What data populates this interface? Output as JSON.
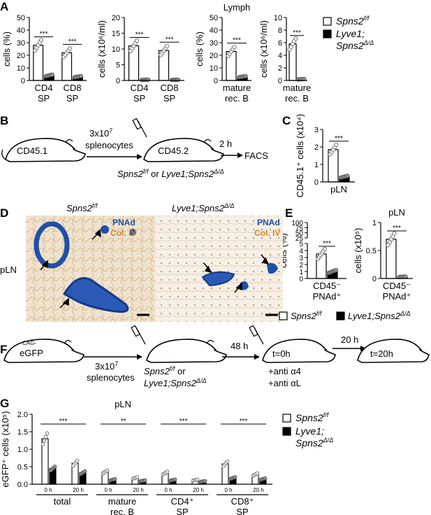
{
  "panel_letters": [
    "A",
    "B",
    "C",
    "D",
    "E",
    "F",
    "G"
  ],
  "legend_A": {
    "ctrl": "Spns2",
    "ctrl_sup": "f/f",
    "ko_line1": "Lyve1;",
    "ko_line2": "Spns2",
    "ko_sup": "Δ/Δ"
  },
  "legend_D": {
    "ctrl": "Spns2",
    "ctrl_sup": "f/f",
    "ko_line1": "Lyve1;",
    "ko_line2": "Spns2",
    "ko_sup": "Δ/Δ"
  },
  "legend_G": {
    "ctrl": "Spns2",
    "ctrl_sup": "f/f",
    "ko_line1": "Lyve1;",
    "ko_line2": "Spns2",
    "ko_sup": "Δ/Δ"
  },
  "schematic_B": {
    "donor": "CD45.1",
    "recipient": "CD45.2",
    "dose": "3x10",
    "dose_sup": "7",
    "cells": "splenocytes",
    "time": "2 h",
    "readout": "FACS",
    "genotype_a": "Spns2",
    "genotype_a_sup": "f/f",
    "or": "or",
    "genotype_b": "Lyve1;Spns2",
    "genotype_b_sup": "Δ/Δ"
  },
  "micrograph_D": {
    "left_title": "Spns2",
    "left_sup": "f/f",
    "right_title": "Lyve1;Spns2",
    "right_sup": "Δ/Δ",
    "stain1": "PNAd",
    "stain2": "Col. IV",
    "tissue": "pLN",
    "colors": {
      "pnad": "#1f4fa8",
      "col4": "#d4a060",
      "background": "#f3ede2"
    }
  },
  "schematic_F": {
    "reporter_top": "CAG-",
    "reporter": "eGFP",
    "dose": "3x10",
    "dose_sup": "7",
    "cells": "splenocytes",
    "genotype_a": "Spns2",
    "genotype_a_sup": "f/f",
    "or": "or",
    "genotype_b": "Lyve1;Spns2",
    "genotype_b_sup": "Δ/Δ",
    "wait": "48 h",
    "t0": "t=0h",
    "treat1": "+anti α4",
    "treat2": "+anti αL",
    "wait2": "20 h",
    "t20": "t=20h"
  },
  "chart_data": [
    {
      "id": "A1",
      "type": "bar",
      "title": "",
      "ylabel": "cells (%)",
      "ylim": [
        0,
        50
      ],
      "yticks": [
        0,
        10,
        20,
        30,
        40,
        50
      ],
      "categories": [
        "CD4\nSP",
        "CD8\nSP"
      ],
      "series": [
        {
          "name": "Spns2 f/f",
          "values": [
            28,
            22
          ]
        },
        {
          "name": "Lyve1;Spns2 Δ/Δ",
          "values": [
            4,
            3
          ]
        }
      ],
      "significance": [
        "***",
        "***"
      ],
      "colors": {
        "ctrl": "#ffffff",
        "ko": "#000000"
      }
    },
    {
      "id": "A2",
      "type": "bar",
      "title": "",
      "ylabel": "cells (x10⁶/ml)",
      "ylim": [
        0,
        20
      ],
      "yticks": [
        0,
        5,
        10,
        15,
        20
      ],
      "categories": [
        "CD4\nSP",
        "CD8\nSP"
      ],
      "series": [
        {
          "name": "Spns2 f/f",
          "values": [
            11,
            9.5
          ]
        },
        {
          "name": "Lyve1;Spns2 Δ/Δ",
          "values": [
            0.2,
            0.2
          ]
        }
      ],
      "significance": [
        "***",
        "***"
      ]
    },
    {
      "id": "A3",
      "type": "bar",
      "title": "Lymph",
      "ylabel": "cells (%)",
      "ylim": [
        0,
        50
      ],
      "yticks": [
        0,
        10,
        20,
        30,
        40,
        50
      ],
      "categories": [
        "mature\nrec. B"
      ],
      "series": [
        {
          "name": "Spns2 f/f",
          "values": [
            23
          ]
        },
        {
          "name": "Lyve1;Spns2 Δ/Δ",
          "values": [
            3
          ]
        }
      ],
      "significance": [
        "***"
      ]
    },
    {
      "id": "A4",
      "type": "bar",
      "title": "",
      "ylabel": "cells (x10⁶/ml)",
      "ylim": [
        0,
        10
      ],
      "yticks": [
        0,
        2,
        4,
        6,
        8,
        10
      ],
      "categories": [
        "mature\nrec. B"
      ],
      "series": [
        {
          "name": "Spns2 f/f",
          "values": [
            5.8
          ]
        },
        {
          "name": "Lyve1;Spns2 Δ/Δ",
          "values": [
            0.2
          ]
        }
      ],
      "significance": [
        "***"
      ]
    },
    {
      "id": "C",
      "type": "bar",
      "title": "",
      "ylabel": "CD45.1⁺ cells (x10⁴)",
      "ylim": [
        0,
        3
      ],
      "yticks": [
        0,
        1,
        2,
        3
      ],
      "categories": [
        "pLN"
      ],
      "series": [
        {
          "name": "Spns2 f/f",
          "values": [
            1.85
          ]
        },
        {
          "name": "Lyve1;Spns2 Δ/Δ",
          "values": [
            0.3
          ]
        }
      ],
      "significance": [
        "***"
      ]
    },
    {
      "id": "E1",
      "type": "bar",
      "title": "",
      "ylabel": "cells (%)",
      "ylim": [
        0,
        100
      ],
      "yticks": [
        0,
        1,
        2,
        3,
        4,
        5,
        25,
        50,
        75,
        100
      ],
      "broken_axis": true,
      "categories": [
        "CD45⁻\nPNAd⁺"
      ],
      "series": [
        {
          "name": "Spns2 f/f",
          "values": [
            3.5
          ]
        },
        {
          "name": "Lyve1;Spns2 Δ/Δ",
          "values": [
            1.0
          ]
        }
      ],
      "significance": [
        "***"
      ]
    },
    {
      "id": "E2",
      "type": "bar",
      "title": "pLN",
      "ylabel": "cells (x10⁵)",
      "ylim": [
        0,
        1.0
      ],
      "yticks": [
        0,
        0.5,
        1.0
      ],
      "categories": [
        "CD45⁻\nPNAd⁺"
      ],
      "series": [
        {
          "name": "Spns2 f/f",
          "values": [
            0.7
          ]
        },
        {
          "name": "Lyve1;Spns2 Δ/Δ",
          "values": [
            0.03
          ]
        }
      ],
      "significance": [
        "***"
      ]
    },
    {
      "id": "G",
      "type": "bar",
      "title": "pLN",
      "ylabel": "eGFP⁺ cells (x10⁵)",
      "ylim": [
        0,
        2.0
      ],
      "yticks": [
        0,
        0.5,
        1.0,
        1.5,
        2.0
      ],
      "groups": [
        "total",
        "mature\nrec. B",
        "CD4⁺\nSP",
        "CD8⁺\nSP"
      ],
      "timepoints": [
        "0 h",
        "20 h"
      ],
      "series": [
        {
          "name": "Spns2 f/f",
          "values": [
            [
              1.3,
              0.6
            ],
            [
              0.35,
              0.18
            ],
            [
              0.32,
              0.12
            ],
            [
              0.58,
              0.28
            ]
          ]
        },
        {
          "name": "Lyve1;Spns2 Δ/Δ",
          "values": [
            [
              0.45,
              0.33
            ],
            [
              0.13,
              0.1
            ],
            [
              0.12,
              0.08
            ],
            [
              0.18,
              0.15
            ]
          ]
        }
      ],
      "significance": [
        "***",
        "**",
        "***",
        "***"
      ]
    }
  ]
}
